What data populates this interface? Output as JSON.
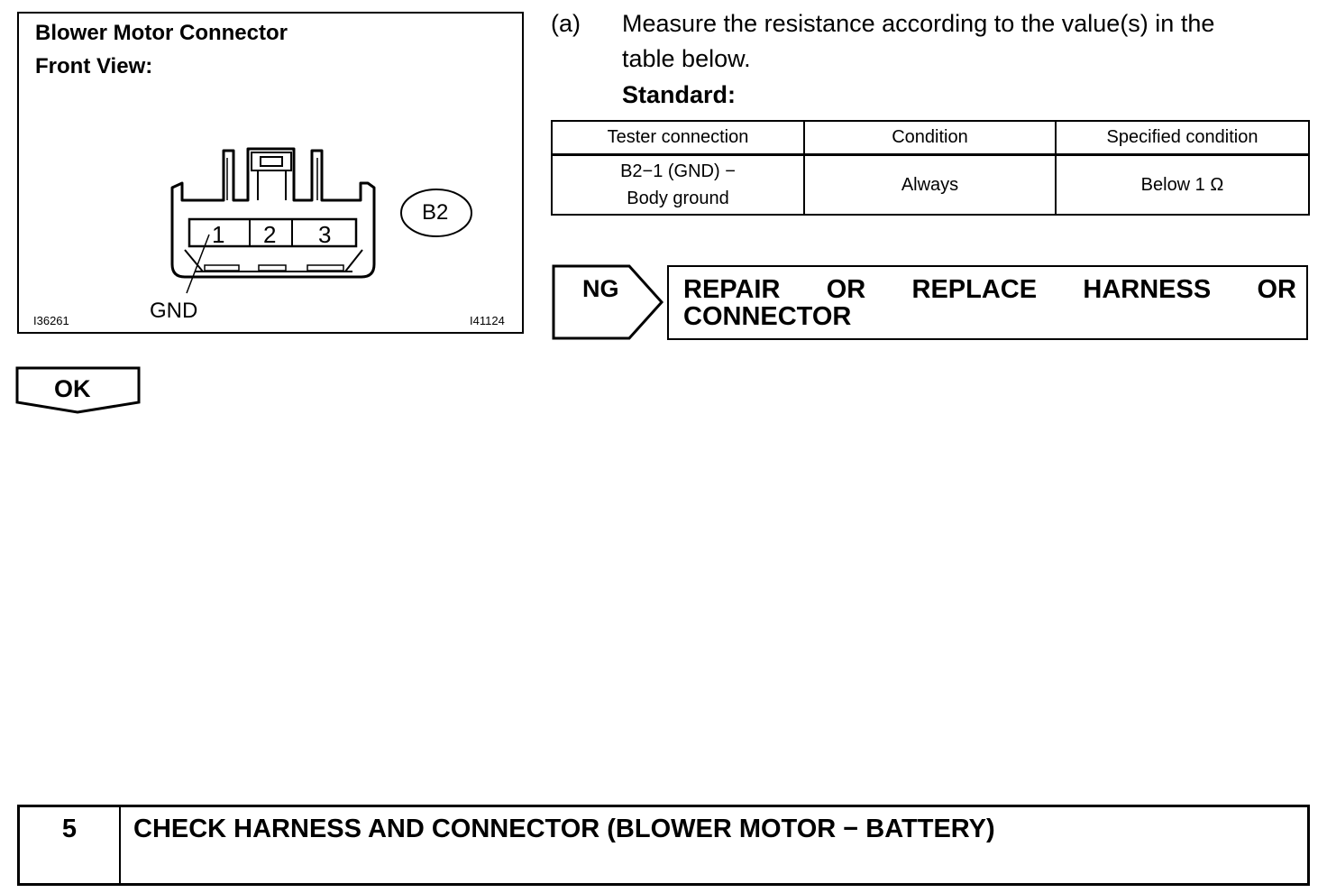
{
  "figure": {
    "title_line1": "Blower Motor Connector",
    "title_line2": "Front View:",
    "pins": [
      "1",
      "2",
      "3"
    ],
    "connector_id": "B2",
    "gnd_label": "GND",
    "code_left": "I36261",
    "code_right": "I41124"
  },
  "instruction": {
    "marker": "(a)",
    "line1": "Measure the resistance according to the value(s) in the",
    "line2": "table below.",
    "standard": "Standard:"
  },
  "table": {
    "headers": [
      "Tester connection",
      "Condition",
      "Specified condition"
    ],
    "rows": [
      {
        "tester_line1": "B2−1 (GND) −",
        "tester_line2": "Body ground",
        "condition": "Always",
        "specified": "Below 1 Ω"
      }
    ]
  },
  "ng": {
    "label": "NG",
    "action_words": [
      "REPAIR",
      "OR",
      "REPLACE",
      "HARNESS",
      "OR"
    ],
    "action_line2": "CONNECTOR"
  },
  "ok": {
    "label": "OK"
  },
  "step": {
    "number": "5",
    "title": "CHECK HARNESS AND CONNECTOR (BLOWER MOTOR − BATTERY)"
  }
}
